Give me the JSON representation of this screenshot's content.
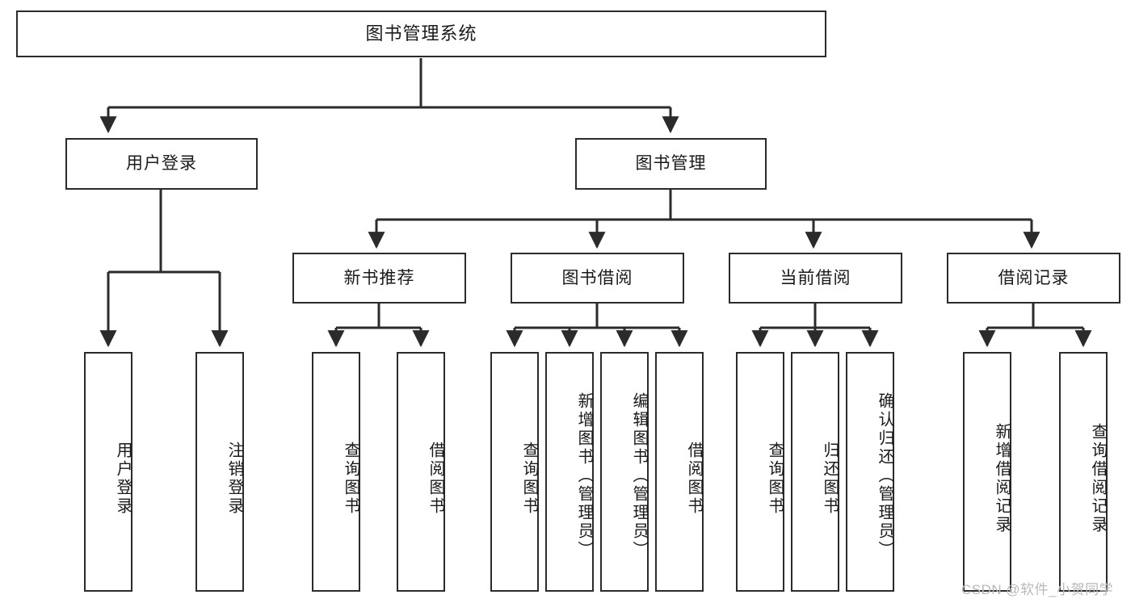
{
  "diagram": {
    "title": "图书管理系统",
    "type": "tree",
    "levels": 4,
    "colors": {
      "background": "#ffffff",
      "node_border": "#2b2b2b",
      "node_fill": "#ffffff",
      "edge": "#2b2b2b",
      "text": "#1a1a1a",
      "watermark": "#b9b9b9"
    },
    "root": {
      "label": "图书管理系统"
    },
    "level2": [
      {
        "label": "用户登录"
      },
      {
        "label": "图书管理"
      }
    ],
    "level3": [
      {
        "label": "新书推荐"
      },
      {
        "label": "图书借阅"
      },
      {
        "label": "当前借阅"
      },
      {
        "label": "借阅记录"
      }
    ],
    "leaves": {
      "user_login": [
        {
          "label": "用户登录"
        },
        {
          "label": "注销登录"
        }
      ],
      "new_book_recommend": [
        {
          "label": "查询图书"
        },
        {
          "label": "借阅图书"
        }
      ],
      "book_borrow": [
        {
          "label": "查询图书"
        },
        {
          "label": "新增图书（管理员）"
        },
        {
          "label": "编辑图书（管理员）"
        },
        {
          "label": "借阅图书"
        }
      ],
      "current_borrow": [
        {
          "label": "查询图书"
        },
        {
          "label": "归还图书"
        },
        {
          "label": "确认归还（管理员）"
        }
      ],
      "borrow_record": [
        {
          "label": "新增借阅记录"
        },
        {
          "label": "查询借阅记录"
        }
      ]
    },
    "watermark": "CSDN @软件_小贺同学"
  }
}
